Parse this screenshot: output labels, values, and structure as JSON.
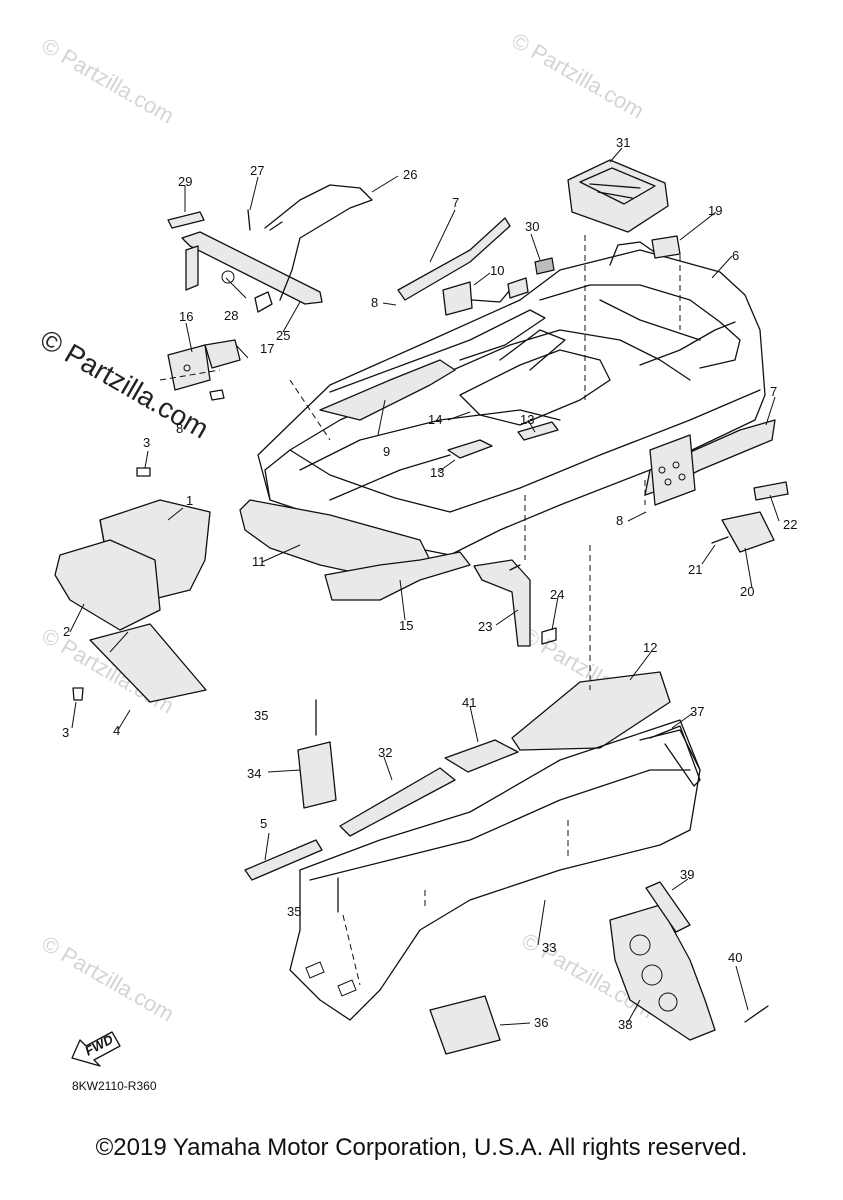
{
  "diagram": {
    "reference_code": "8KW2110-R360",
    "fwd_label": "FWD",
    "copyright": "©2019 Yamaha Motor Corporation, U.S.A. All rights reserved.",
    "watermark": {
      "prominent": "© Partzilla.com",
      "faint": "© Partzilla.com"
    },
    "callouts": {
      "c1": "1",
      "c2": "2",
      "c3a": "3",
      "c3b": "3",
      "c4": "4",
      "c5": "5",
      "c6": "6",
      "c7a": "7",
      "c7b": "7",
      "c8a": "8",
      "c8b": "8",
      "c8c": "8",
      "c9": "9",
      "c10": "10",
      "c11": "11",
      "c12": "12",
      "c13a": "13",
      "c13b": "13",
      "c14": "14",
      "c15": "15",
      "c16": "16",
      "c17": "17",
      "c19": "19",
      "c20": "20",
      "c21": "21",
      "c22": "22",
      "c23": "23",
      "c24": "24",
      "c25": "25",
      "c26": "26",
      "c27": "27",
      "c28": "28",
      "c29": "29",
      "c30": "30",
      "c31": "31",
      "c32": "32",
      "c33": "33",
      "c34": "34",
      "c35a": "35",
      "c35b": "35",
      "c36": "36",
      "c37": "37",
      "c38": "38",
      "c39": "39",
      "c40": "40",
      "c41": "41"
    }
  }
}
